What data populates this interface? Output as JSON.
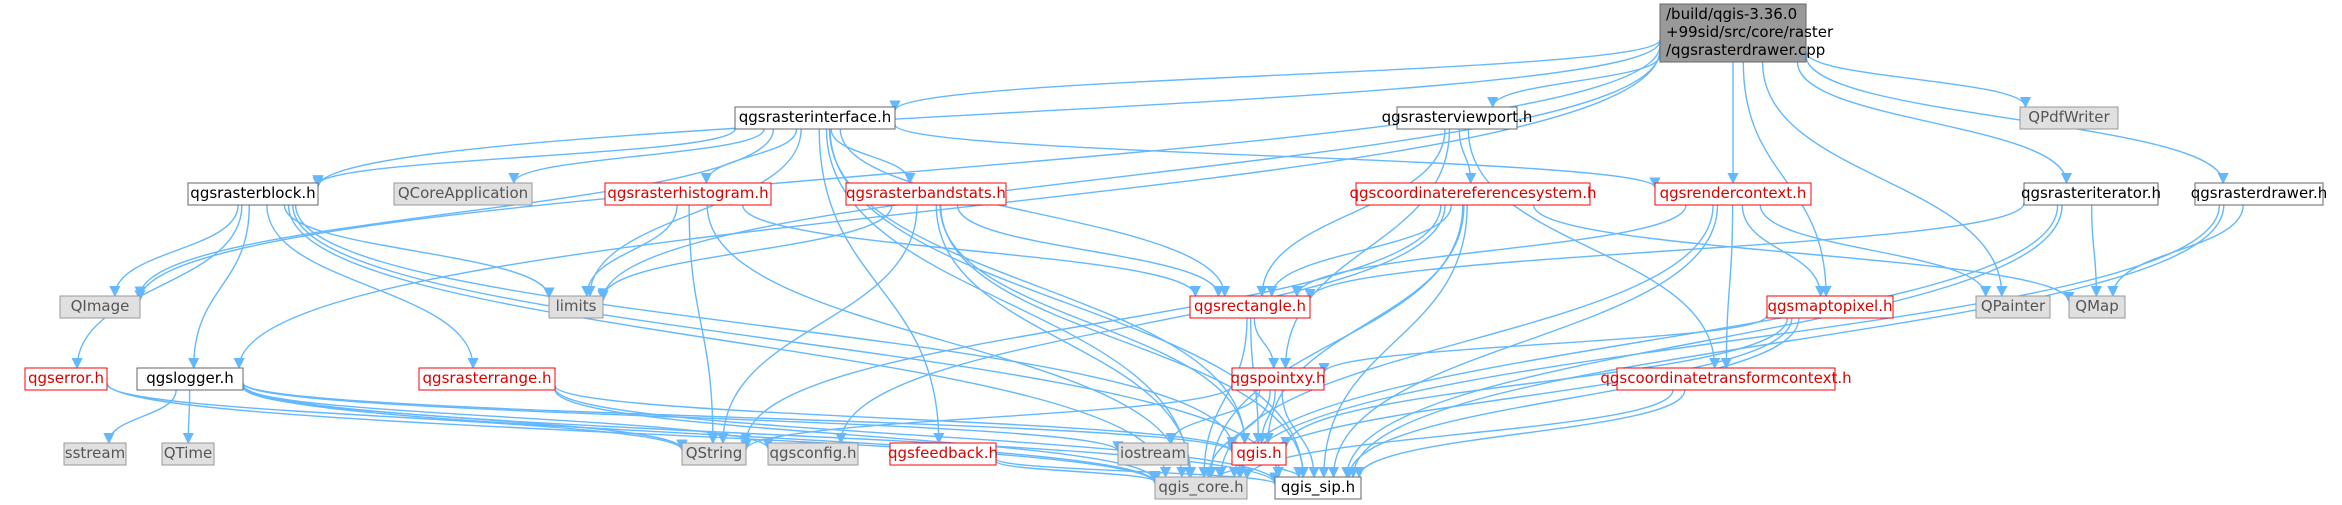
{
  "diagram": {
    "nodes": [
      {
        "id": "root",
        "lines": [
          "/build/qgis-3.36.0",
          "+99sid/src/core/raster",
          "/qgsrasterdrawer.cpp"
        ],
        "style": "root"
      },
      {
        "id": "qgsrasterinterface",
        "lines": [
          "qgsrasterinterface.h"
        ],
        "style": "normal"
      },
      {
        "id": "qgsrasterviewport",
        "lines": [
          "qgsrasterviewport.h"
        ],
        "style": "normal"
      },
      {
        "id": "qpdfwriter",
        "lines": [
          "QPdfWriter"
        ],
        "style": "gray"
      },
      {
        "id": "qgsrasterblock",
        "lines": [
          "qgsrasterblock.h"
        ],
        "style": "normal"
      },
      {
        "id": "qcoreapplication",
        "lines": [
          "QCoreApplication"
        ],
        "style": "gray"
      },
      {
        "id": "qgsrasterhistogram",
        "lines": [
          "qgsrasterhistogram.h"
        ],
        "style": "red"
      },
      {
        "id": "qgsrasterbandstats",
        "lines": [
          "qgsrasterbandstats.h"
        ],
        "style": "red"
      },
      {
        "id": "qgscrs",
        "lines": [
          "qgscoordinatereferencesystem.h"
        ],
        "style": "red"
      },
      {
        "id": "qgsrendercontext",
        "lines": [
          "qgsrendercontext.h"
        ],
        "style": "red"
      },
      {
        "id": "qgsrasteriterator",
        "lines": [
          "qgsrasteriterator.h"
        ],
        "style": "normal"
      },
      {
        "id": "qgsrasterdrawer",
        "lines": [
          "qgsrasterdrawer.h"
        ],
        "style": "normal"
      },
      {
        "id": "qimage",
        "lines": [
          "QImage"
        ],
        "style": "gray"
      },
      {
        "id": "limits",
        "lines": [
          "limits"
        ],
        "style": "gray"
      },
      {
        "id": "qgsrectangle",
        "lines": [
          "qgsrectangle.h"
        ],
        "style": "red"
      },
      {
        "id": "qgsmaptopixel",
        "lines": [
          "qgsmaptopixel.h"
        ],
        "style": "red"
      },
      {
        "id": "qpainter",
        "lines": [
          "QPainter"
        ],
        "style": "gray"
      },
      {
        "id": "qmap",
        "lines": [
          "QMap"
        ],
        "style": "gray"
      },
      {
        "id": "qgserror",
        "lines": [
          "qgserror.h"
        ],
        "style": "red"
      },
      {
        "id": "qgslogger",
        "lines": [
          "qgslogger.h"
        ],
        "style": "normal"
      },
      {
        "id": "qgsrasterrange",
        "lines": [
          "qgsrasterrange.h"
        ],
        "style": "red"
      },
      {
        "id": "qgspointxy",
        "lines": [
          "qgspointxy.h"
        ],
        "style": "red"
      },
      {
        "id": "qgsctc",
        "lines": [
          "qgscoordinatetransformcontext.h"
        ],
        "style": "red"
      },
      {
        "id": "sstream",
        "lines": [
          "sstream"
        ],
        "style": "gray"
      },
      {
        "id": "qtime",
        "lines": [
          "QTime"
        ],
        "style": "gray"
      },
      {
        "id": "qstring",
        "lines": [
          "QString"
        ],
        "style": "gray"
      },
      {
        "id": "qgsconfig",
        "lines": [
          "qgsconfig.h"
        ],
        "style": "gray"
      },
      {
        "id": "qgsfeedback",
        "lines": [
          "qgsfeedback.h"
        ],
        "style": "red"
      },
      {
        "id": "iostream",
        "lines": [
          "iostream"
        ],
        "style": "gray"
      },
      {
        "id": "qgis",
        "lines": [
          "qgis.h"
        ],
        "style": "red"
      },
      {
        "id": "qgis_core",
        "lines": [
          "qgis_core.h"
        ],
        "style": "gray"
      },
      {
        "id": "qgis_sip",
        "lines": [
          "qgis_sip.h"
        ],
        "style": "normal"
      }
    ],
    "edges": [
      [
        "root",
        "qgsrasterinterface"
      ],
      [
        "root",
        "qgsrasterviewport"
      ],
      [
        "root",
        "qpdfwriter"
      ],
      [
        "root",
        "qgsrasterblock"
      ],
      [
        "root",
        "qimage"
      ],
      [
        "root",
        "qgslogger"
      ],
      [
        "root",
        "limits"
      ],
      [
        "root",
        "qgsrendercontext"
      ],
      [
        "root",
        "qgsmaptopixel"
      ],
      [
        "root",
        "qpainter"
      ],
      [
        "root",
        "qgsrasteriterator"
      ],
      [
        "root",
        "qgsrasterdrawer"
      ],
      [
        "qgsrasterinterface",
        "qgsrasterblock"
      ],
      [
        "qgsrasterinterface",
        "qimage"
      ],
      [
        "qgsrasterinterface",
        "limits"
      ],
      [
        "qgsrasterinterface",
        "qcoreapplication"
      ],
      [
        "qgsrasterinterface",
        "qgsrasterhistogram"
      ],
      [
        "qgsrasterinterface",
        "qgsrasterbandstats"
      ],
      [
        "qgsrasterinterface",
        "qgsrectangle"
      ],
      [
        "qgsrasterinterface",
        "qgsrendercontext"
      ],
      [
        "qgsrasterinterface",
        "qgsfeedback"
      ],
      [
        "qgsrasterinterface",
        "qgis"
      ],
      [
        "qgsrasterinterface",
        "qgis_core"
      ],
      [
        "qgsrasterinterface",
        "qgis_sip"
      ],
      [
        "qgsrasterviewport",
        "qgscrs"
      ],
      [
        "qgsrasterviewport",
        "qgsrectangle"
      ],
      [
        "qgsrasterviewport",
        "qgspointxy"
      ],
      [
        "qgsrasterviewport",
        "qgsctc"
      ],
      [
        "qgsrasterblock",
        "qimage"
      ],
      [
        "qgsrasterblock",
        "limits"
      ],
      [
        "qgsrasterblock",
        "qgserror"
      ],
      [
        "qgsrasterblock",
        "qgslogger"
      ],
      [
        "qgsrasterblock",
        "qgsrasterrange"
      ],
      [
        "qgsrasterblock",
        "qgis"
      ],
      [
        "qgsrasterblock",
        "qgis_core"
      ],
      [
        "qgsrasterblock",
        "qgis_sip"
      ],
      [
        "qgsrasterhistogram",
        "limits"
      ],
      [
        "qgsrasterhistogram",
        "qstring"
      ],
      [
        "qgsrasterhistogram",
        "qgsrectangle"
      ],
      [
        "qgsrasterhistogram",
        "qgis_core"
      ],
      [
        "qgsrasterbandstats",
        "limits"
      ],
      [
        "qgsrasterbandstats",
        "qgsrectangle"
      ],
      [
        "qgsrasterbandstats",
        "qstring"
      ],
      [
        "qgsrasterbandstats",
        "qgis"
      ],
      [
        "qgsrasterbandstats",
        "qgis_core"
      ],
      [
        "qgsrasterbandstats",
        "qgis_sip"
      ],
      [
        "qgscrs",
        "qgsrectangle"
      ],
      [
        "qgscrs",
        "qstring"
      ],
      [
        "qgscrs",
        "qgsconfig"
      ],
      [
        "qgscrs",
        "qmap"
      ],
      [
        "qgscrs",
        "qgis"
      ],
      [
        "qgscrs",
        "qgis_core"
      ],
      [
        "qgscrs",
        "qgis_sip"
      ],
      [
        "qgsrendercontext",
        "qgsrectangle"
      ],
      [
        "qgsrendercontext",
        "qgsmaptopixel"
      ],
      [
        "qgsrendercontext",
        "qpainter"
      ],
      [
        "qgsrendercontext",
        "qgsctc"
      ],
      [
        "qgsrendercontext",
        "qgis_core"
      ],
      [
        "qgsrendercontext",
        "qgis_sip"
      ],
      [
        "qgsrasteriterator",
        "qgsrectangle"
      ],
      [
        "qgsrasteriterator",
        "qmap"
      ],
      [
        "qgsrasteriterator",
        "qgis_core"
      ],
      [
        "qgsrasteriterator",
        "qgis_sip"
      ],
      [
        "qgsrasterdrawer",
        "qmap"
      ],
      [
        "qgsrasterdrawer",
        "qgis_core"
      ],
      [
        "qgsrasterdrawer",
        "qgis_sip"
      ],
      [
        "qgsrectangle",
        "qgspointxy"
      ],
      [
        "qgsrectangle",
        "qgis"
      ],
      [
        "qgsrectangle",
        "qgis_core"
      ],
      [
        "qgsmaptopixel",
        "qgspointxy"
      ],
      [
        "qgsmaptopixel",
        "qgis"
      ],
      [
        "qgsmaptopixel",
        "qgis_core"
      ],
      [
        "qgsmaptopixel",
        "qgis_sip"
      ],
      [
        "qgserror",
        "qstring"
      ],
      [
        "qgserror",
        "qgis_core"
      ],
      [
        "qgslogger",
        "sstream"
      ],
      [
        "qgslogger",
        "qtime"
      ],
      [
        "qgslogger",
        "qstring"
      ],
      [
        "qgslogger",
        "qgsconfig"
      ],
      [
        "qgslogger",
        "iostream"
      ],
      [
        "qgslogger",
        "qgis"
      ],
      [
        "qgslogger",
        "qgis_core"
      ],
      [
        "qgslogger",
        "qgis_sip"
      ],
      [
        "qgsrasterrange",
        "qgis"
      ],
      [
        "qgsrasterrange",
        "qgis_core"
      ],
      [
        "qgsrasterrange",
        "qgis_sip"
      ],
      [
        "qgspointxy",
        "qstring"
      ],
      [
        "qgspointxy",
        "iostream"
      ],
      [
        "qgspointxy",
        "qgis"
      ],
      [
        "qgspointxy",
        "qgis_core"
      ],
      [
        "qgspointxy",
        "qgis_sip"
      ],
      [
        "qgsctc",
        "qgis_core"
      ],
      [
        "qgsctc",
        "qgis_sip"
      ],
      [
        "qgsfeedback",
        "qgis_core"
      ],
      [
        "qgsfeedback",
        "qgis_sip"
      ],
      [
        "qgis",
        "qgis_core"
      ],
      [
        "qgis",
        "qgis_sip"
      ]
    ]
  },
  "colors": {
    "edge": "#63b8ff",
    "root_fill": "#999999",
    "root_border": "#666666",
    "gray_fill": "#e0e0e0",
    "gray_border": "#999999",
    "gray_text": "#555555",
    "normal_fill": "#ffffff",
    "normal_border": "#666666",
    "red_border": "#ff0000",
    "red_text": "#e00000",
    "text": "#000000"
  }
}
